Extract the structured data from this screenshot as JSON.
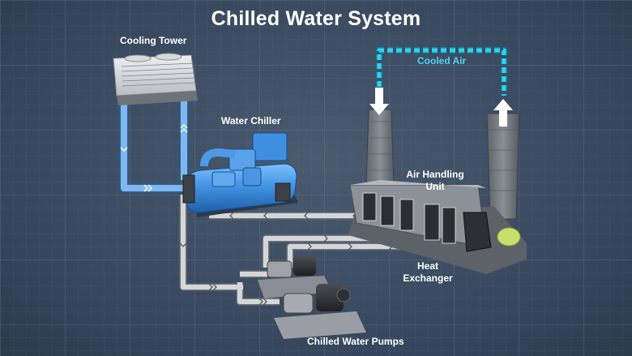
{
  "title": "Chilled Water System",
  "labels": {
    "cooling_tower": "Cooling Tower",
    "water_chiller": "Water Chiller",
    "cooled_air": "Cooled Air",
    "air_handling_unit_line1": "Air Handling",
    "air_handling_unit_line2": "Unit",
    "heat_exchanger_line1": "Heat",
    "heat_exchanger_line2": "Exchanger",
    "chilled_water_pumps": "Chilled Water Pumps"
  },
  "colors": {
    "background": "#3b4b5f",
    "condenser_water": "#7fb8f0",
    "chilled_water_pipe": "#c9ccd0",
    "cooled_air": "#2ed3f0",
    "chiller_body": "#3f8fe0",
    "text": "#ffffff"
  }
}
